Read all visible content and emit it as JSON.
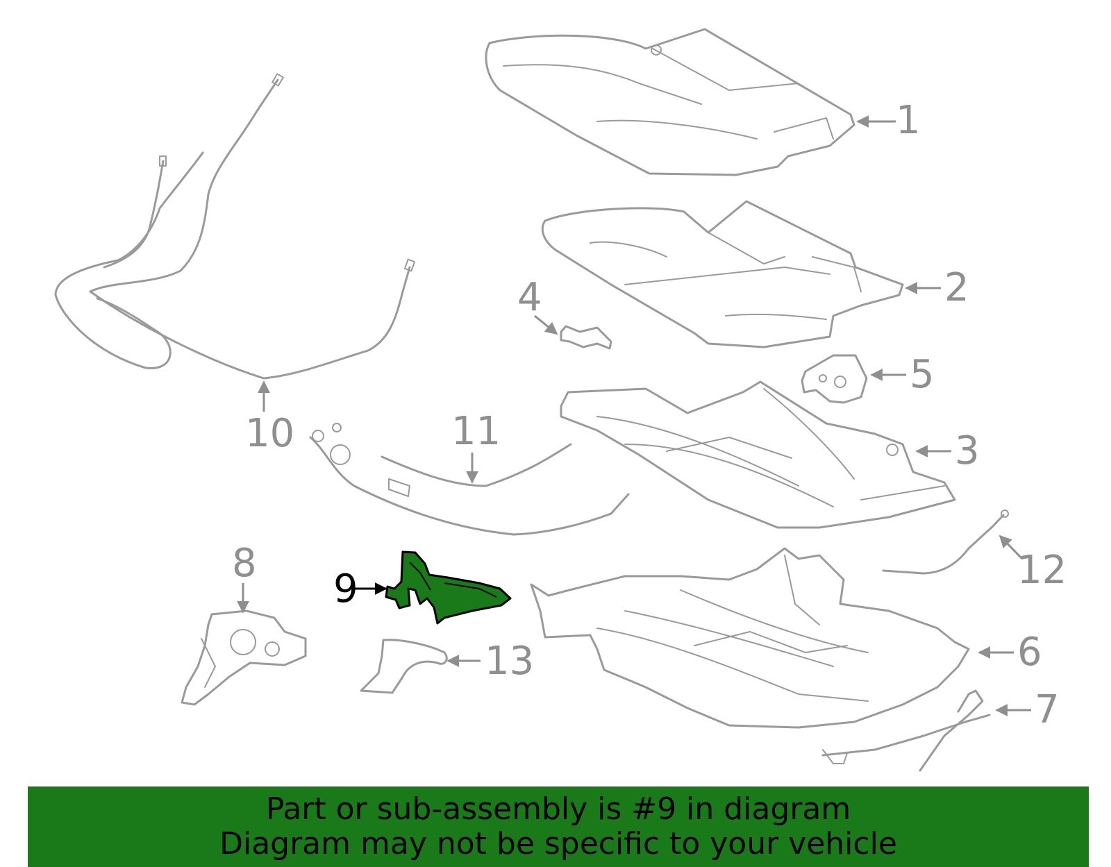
{
  "callouts": {
    "c1": "1",
    "c2": "2",
    "c3": "3",
    "c4": "4",
    "c5": "5",
    "c6": "6",
    "c7": "7",
    "c8": "8",
    "c9": "9",
    "c10": "10",
    "c11": "11",
    "c12": "12",
    "c13": "13"
  },
  "highlight": {
    "part_number": "9",
    "color": "#1a7a1a"
  },
  "colors": {
    "part_line": "#9a9a9a",
    "callout_text": "#8f8f8f"
  },
  "banner": {
    "line1": "Part or sub-assembly is #9 in diagram",
    "line2": "Diagram may not be specific to your vehicle"
  }
}
